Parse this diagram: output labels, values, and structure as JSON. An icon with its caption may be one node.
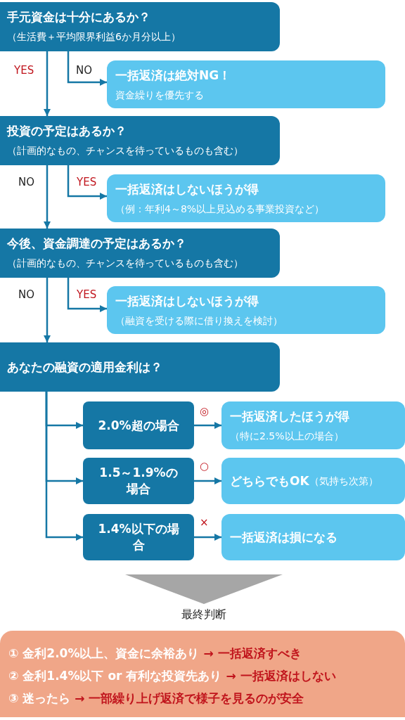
{
  "diagram": {
    "nodes": [
      {
        "text": [
          "手元資金は十分にあるか？",
          "（生活費＋平均限界利益6か月分以上）"
        ]
      },
      {
        "text": [
          "一括返済は絶対NG！",
          "資金繰りを優先する"
        ]
      },
      {
        "text": [
          "投資の予定はあるか？",
          "（計画的なもの、チャンスを待っているものも含む）"
        ]
      },
      {
        "text": [
          "一括返済はしないほうが得",
          "（例：年利4～8%以上見込める事業投資など）"
        ]
      },
      {
        "text": [
          "今後、資金調達の予定はあるか？",
          "（計画的なもの、チャンスを待っているものも含む）"
        ]
      },
      {
        "text": [
          "一括返済はしないほうが得",
          "（融資を受ける際に借り換えを検討）"
        ]
      },
      {
        "text": [
          "あなたの融資の適用金利は？"
        ]
      },
      {
        "text": [
          "2.0%超の場合"
        ]
      },
      {
        "text": [
          "一括返済したほうが得",
          "（特に2.5%以上の場合）"
        ]
      },
      {
        "text": [
          "1.5～1.9%の場合"
        ]
      },
      {
        "text": [
          "どちらでもOK",
          "（気持ち次第）"
        ]
      },
      {
        "text": [
          "1.4%以下の場合"
        ]
      },
      {
        "text": [
          "一括返済は損になる"
        ]
      },
      {
        "text": [
          "最終判断"
        ]
      },
      {
        "text": [
          "① 金利2.0%以上、資金に余裕あり",
          "→ 一括返済すべき",
          "② 金利1.4%以下 or 有利な投資先あり",
          "→ 一括返済はしない",
          "③ 迷ったら",
          "→ 一部繰り上げ返済で様子を見るのが安全"
        ]
      }
    ],
    "edges": [
      {
        "from": 0,
        "to": 2,
        "arrow": "to",
        "label": "YES"
      },
      {
        "from": 0,
        "to": 1,
        "arrow": "to",
        "label": "NO"
      },
      {
        "from": 2,
        "to": 4,
        "arrow": "to",
        "label": "NO"
      },
      {
        "from": 2,
        "to": 3,
        "arrow": "to",
        "label": "YES"
      },
      {
        "from": 4,
        "to": 6,
        "arrow": "to",
        "label": "NO"
      },
      {
        "from": 4,
        "to": 5,
        "arrow": "to",
        "label": "YES"
      },
      {
        "from": 6,
        "to": 7,
        "arrow": "to"
      },
      {
        "from": 6,
        "to": 9,
        "arrow": "to"
      },
      {
        "from": 6,
        "to": 11,
        "arrow": "to"
      },
      {
        "from": 7,
        "to": 8,
        "arrow": "to",
        "label": "◎"
      },
      {
        "from": 9,
        "to": 10,
        "arrow": "to",
        "label": "○"
      },
      {
        "from": 11,
        "to": 12,
        "arrow": "to",
        "label": "×"
      },
      {
        "from": null,
        "to": 13,
        "arrow": "to",
        "color": "#a6a6a6"
      }
    ]
  }
}
